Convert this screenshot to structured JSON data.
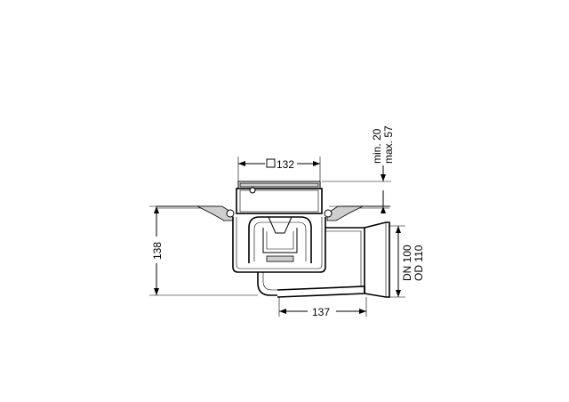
{
  "drawing": {
    "dimensions": {
      "grate_width": {
        "symbol": "□",
        "value": "132"
      },
      "height_total": "138",
      "outlet_length": "137",
      "adjust_min": "min. 20",
      "adjust_max": "max. 57",
      "pipe_dn": "DN 100",
      "pipe_od": "OD 110"
    },
    "colors": {
      "line": "#000000",
      "background": "#ffffff"
    }
  }
}
